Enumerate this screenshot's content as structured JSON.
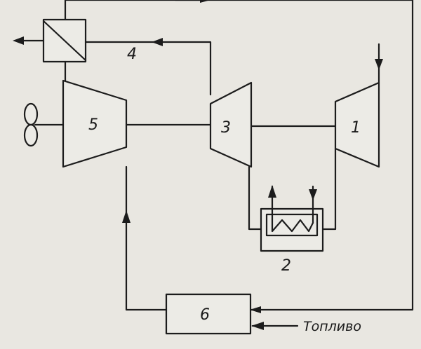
{
  "labels": {
    "compressor_1": "1",
    "heat_exchanger_2": "2",
    "turbine_3": "3",
    "recuperator_4": "4",
    "turbine_5": "5",
    "combustor_6": "6",
    "fuel": "Топливо"
  },
  "colors": {
    "line": "#1c1c1c",
    "background": "#e9e7e1"
  },
  "icons": [
    "fan-icon",
    "arrow-icon",
    "coil-icon"
  ]
}
